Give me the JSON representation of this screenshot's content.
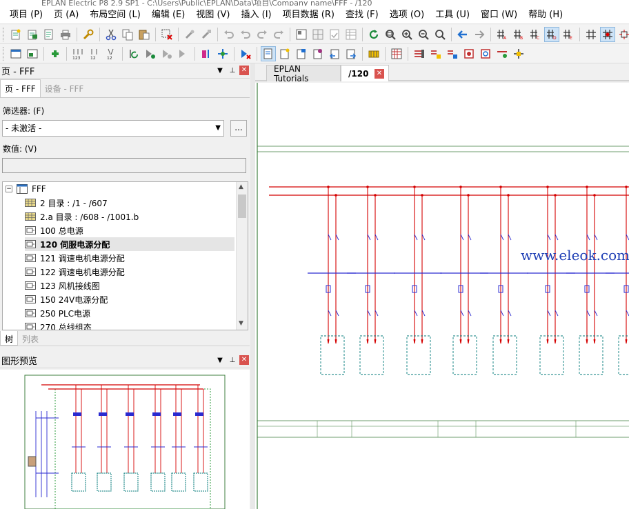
{
  "titlebar": {
    "text": "EPLAN Electric P8 2.9 SP1 - C:\\Users\\Public\\EPLAN\\Data\\项目\\Company name\\FFF - /120"
  },
  "menu": [
    {
      "label": "项目 (P)"
    },
    {
      "label": "页 (A)"
    },
    {
      "label": "布局空间 (L)"
    },
    {
      "label": "编辑 (E)"
    },
    {
      "label": "视图 (V)"
    },
    {
      "label": "插入 (I)"
    },
    {
      "label": "项目数据 (R)"
    },
    {
      "label": "查找 (F)"
    },
    {
      "label": "选项 (O)"
    },
    {
      "label": "工具 (U)"
    },
    {
      "label": "窗口 (W)"
    },
    {
      "label": "帮助 (H)"
    }
  ],
  "pages_panel": {
    "title": "页 - FFF",
    "tabs": [
      {
        "label": "页 - FFF"
      },
      {
        "label": "设备 - FFF"
      }
    ],
    "filter_label": "筛选器: (F)",
    "filter_value": "- 未激活 -",
    "browse_button": "...",
    "value_label": "数值: (V)",
    "value_field": "",
    "tree": {
      "root": "FFF",
      "items": [
        {
          "label": "2 目录 : /1 - /607",
          "icon": "table-page-icon"
        },
        {
          "label": "2.a 目录 : /608 - /1001.b",
          "icon": "table-page-icon"
        },
        {
          "label": "100 总电源",
          "icon": "schematic-page-icon"
        },
        {
          "label": "120 伺服电源分配",
          "icon": "schematic-page-icon",
          "selected": true
        },
        {
          "label": "121 调速电机电源分配",
          "icon": "schematic-page-icon"
        },
        {
          "label": "122 调速电机电源分配",
          "icon": "schematic-page-icon"
        },
        {
          "label": "123 风机接线图",
          "icon": "schematic-page-icon"
        },
        {
          "label": "150 24V电源分配",
          "icon": "schematic-page-icon"
        },
        {
          "label": "250 PLC电源",
          "icon": "schematic-page-icon"
        },
        {
          "label": "270 总线组态",
          "icon": "schematic-page-icon"
        }
      ]
    },
    "bottom_tabs": [
      {
        "label": "树"
      },
      {
        "label": "列表"
      }
    ]
  },
  "preview_panel": {
    "title": "图形预览"
  },
  "doc_tabs": [
    {
      "label": "EPLAN Tutorials"
    },
    {
      "label": "/120"
    }
  ],
  "watermark": "www.eleok.com",
  "colors": {
    "accent": "#0078d7",
    "wire": "#d40000",
    "frame": "#3f7f3f",
    "symbol": "#2a2ad0",
    "device": "#007a7a"
  }
}
